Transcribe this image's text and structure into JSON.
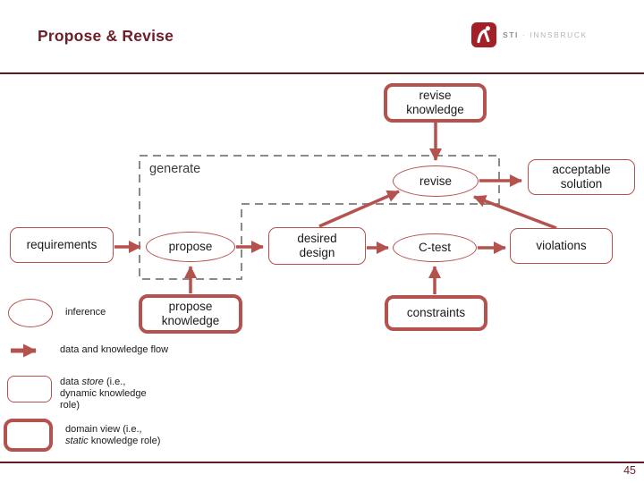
{
  "header": {
    "title": "Propose & Revise",
    "logo": {
      "icon": "sti-runner-icon",
      "primary": "STI",
      "separator": "·",
      "secondary": "INNSBRUCK"
    }
  },
  "diagram": {
    "group_label": "generate",
    "nodes": {
      "revise_knowledge": "revise\nknowledge",
      "revise": "revise",
      "acceptable_solution": "acceptable\nsolution",
      "requirements": "requirements",
      "propose": "propose",
      "desired_design": "desired\ndesign",
      "c_test": "C-test",
      "violations": "violations",
      "propose_knowledge": "propose\nknowledge",
      "constraints": "constraints"
    }
  },
  "legend": {
    "inference_label": "inference",
    "flow_label": "data and knowledge flow",
    "data_store": {
      "l1_pre": "data ",
      "l1_it": "store",
      "l1_post": " (i.e.,",
      "l2": "dynamic knowledge",
      "l3": "role)"
    },
    "domain_view": {
      "l1": "domain view (i.e.,",
      "l2_it": "static",
      "l2_post": " knowledge role)"
    }
  },
  "footer": {
    "page_number": "45"
  },
  "colors": {
    "brand": "#5c1a22",
    "title": "#6e1e28",
    "node_stroke": "#b5524e",
    "arrow": "#b5524e",
    "dashed": "#8a8a8a",
    "logo_red": "#a32126",
    "text": "#1a1a1a"
  }
}
